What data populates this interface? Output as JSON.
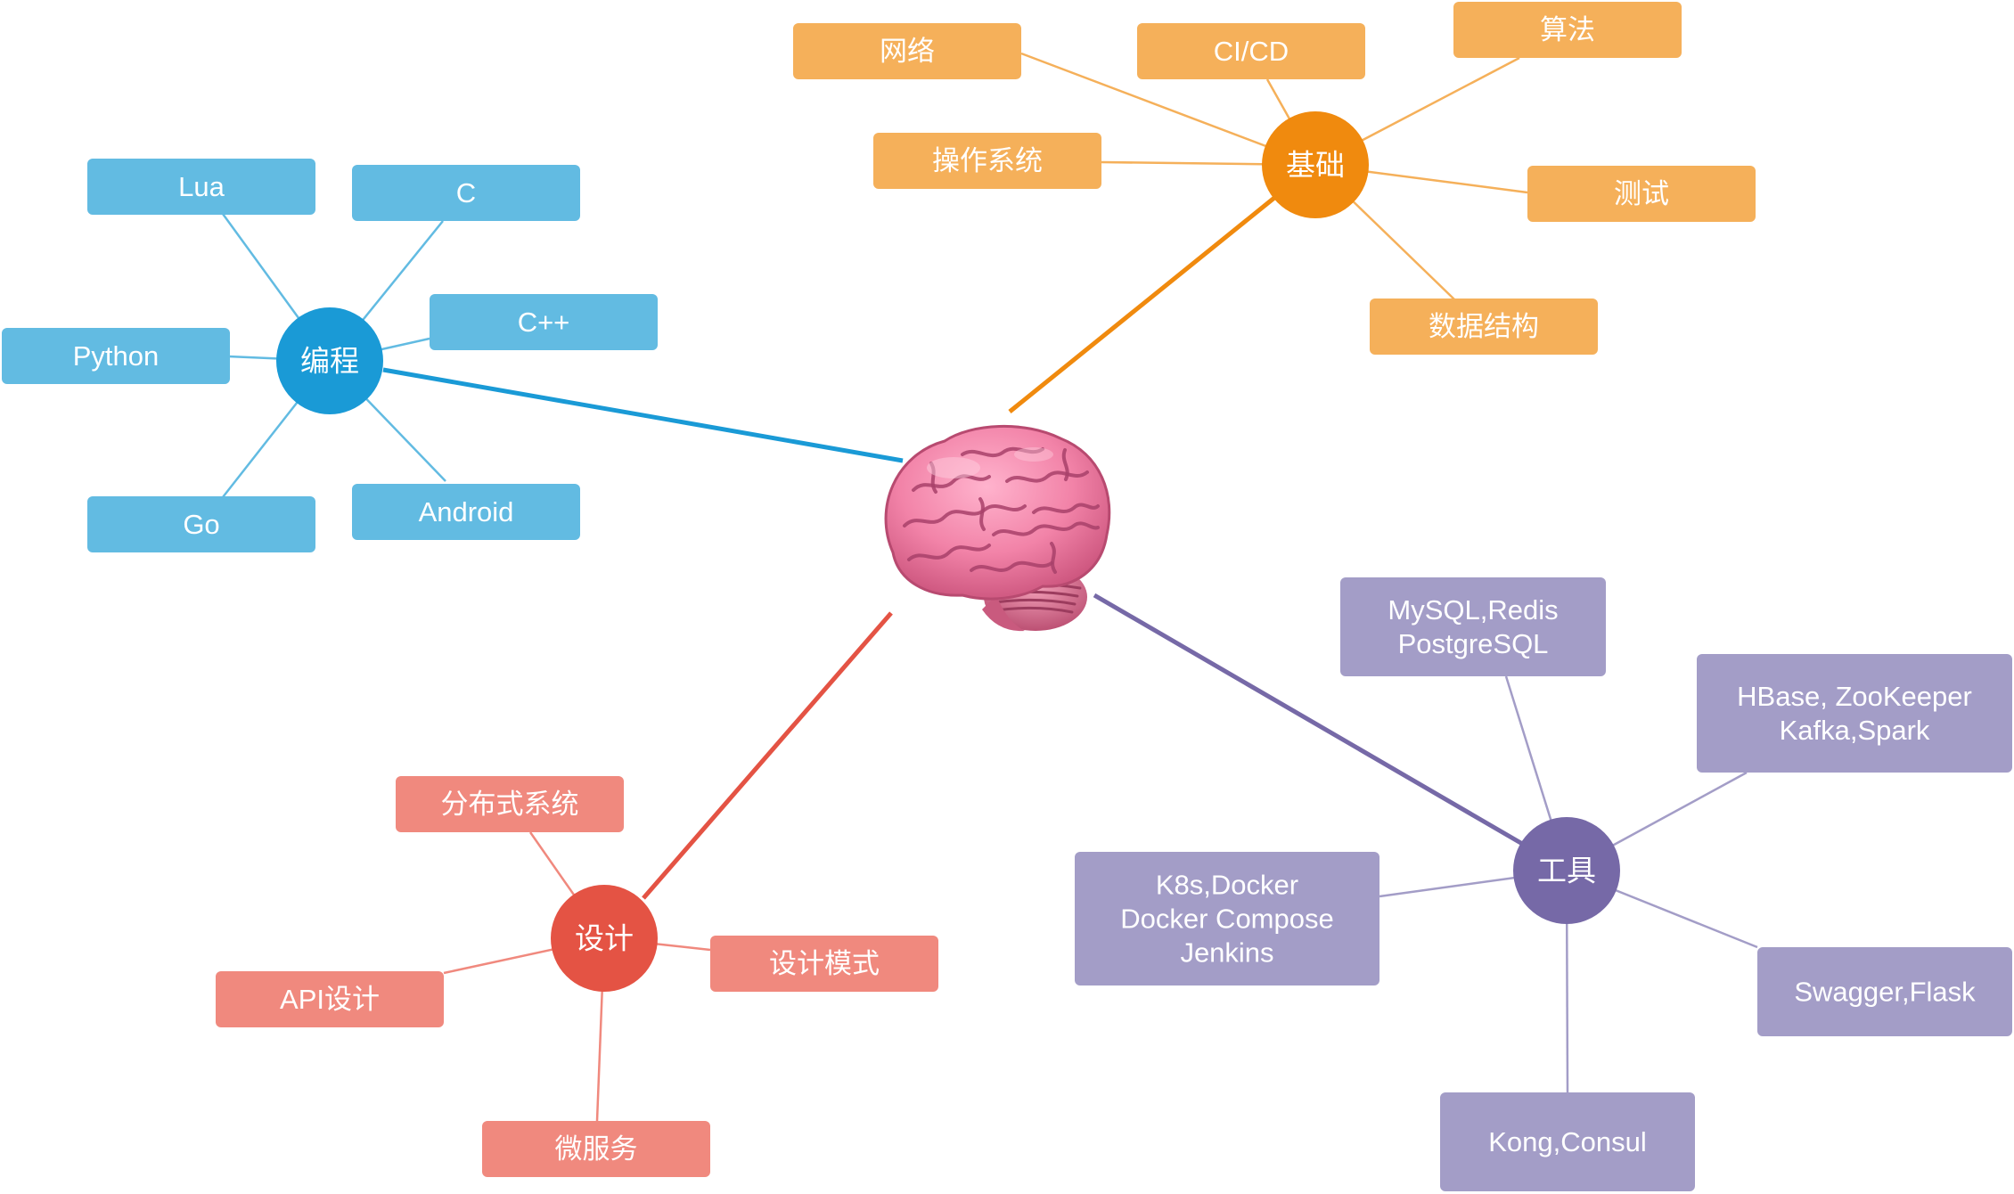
{
  "mindmap": {
    "center_icon": "brain-icon",
    "branches": [
      {
        "id": "programming",
        "label": "编程",
        "color": "#1a9ad6",
        "leaf_color": "#62bbe2",
        "leaves": [
          {
            "id": "lua",
            "lines": [
              "Lua"
            ]
          },
          {
            "id": "c",
            "lines": [
              "C"
            ]
          },
          {
            "id": "cpp",
            "lines": [
              "C++"
            ]
          },
          {
            "id": "python",
            "lines": [
              "Python"
            ]
          },
          {
            "id": "go",
            "lines": [
              "Go"
            ]
          },
          {
            "id": "android",
            "lines": [
              "Android"
            ]
          }
        ]
      },
      {
        "id": "fundamentals",
        "label": "基础",
        "color": "#f08a0e",
        "leaf_color": "#f5b05a",
        "leaves": [
          {
            "id": "network",
            "lines": [
              "网络"
            ]
          },
          {
            "id": "cicd",
            "lines": [
              "CI/CD"
            ]
          },
          {
            "id": "algorithm",
            "lines": [
              "算法"
            ]
          },
          {
            "id": "os",
            "lines": [
              "操作系统"
            ]
          },
          {
            "id": "testing",
            "lines": [
              "测试"
            ]
          },
          {
            "id": "data-structure",
            "lines": [
              "数据结构"
            ]
          }
        ]
      },
      {
        "id": "design",
        "label": "设计",
        "color": "#e45344",
        "leaf_color": "#f0897e",
        "leaves": [
          {
            "id": "distributed",
            "lines": [
              "分布式系统"
            ]
          },
          {
            "id": "api-design",
            "lines": [
              "API设计"
            ]
          },
          {
            "id": "design-patterns",
            "lines": [
              "设计模式"
            ]
          },
          {
            "id": "microservices",
            "lines": [
              "微服务"
            ]
          }
        ]
      },
      {
        "id": "tools",
        "label": "工具",
        "color": "#7669a7",
        "leaf_color": "#a39dc7",
        "leaves": [
          {
            "id": "databases",
            "lines": [
              "MySQL,Redis",
              "PostgreSQL"
            ]
          },
          {
            "id": "bigdata",
            "lines": [
              "HBase, ZooKeeper",
              "Kafka,Spark"
            ]
          },
          {
            "id": "containers",
            "lines": [
              "K8s,Docker",
              "Docker Compose",
              "Jenkins"
            ]
          },
          {
            "id": "api-tools",
            "lines": [
              "Swagger,Flask"
            ]
          },
          {
            "id": "gateway",
            "lines": [
              "Kong,Consul"
            ]
          }
        ]
      }
    ]
  }
}
